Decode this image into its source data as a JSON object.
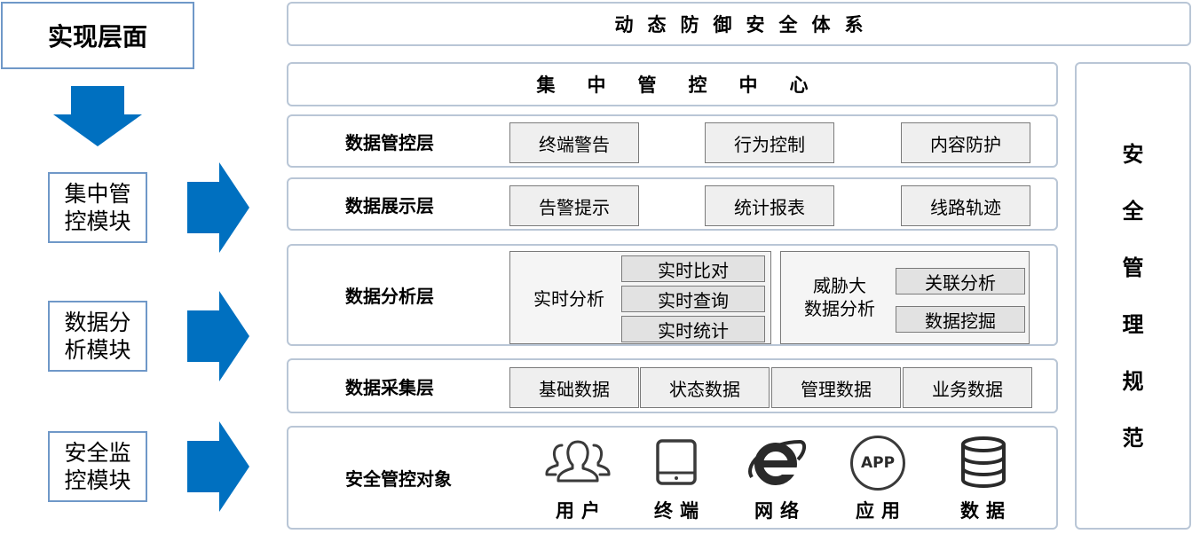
{
  "left": {
    "title": "实现层面",
    "modules": [
      "集中管\n控模块",
      "数据分\n析模块",
      "安全监\n控模块"
    ]
  },
  "top_banner": "动态防御安全体系",
  "control_center": "集中管控中心",
  "right_panel": "安全管理规范",
  "layers": {
    "management": {
      "label": "数据管控层",
      "items": [
        "终端警告",
        "行为控制",
        "内容防护"
      ]
    },
    "display": {
      "label": "数据展示层",
      "items": [
        "告警提示",
        "统计报表",
        "线路轨迹"
      ]
    },
    "analysis": {
      "label": "数据分析层",
      "realtime": {
        "label": "实时分析",
        "items": [
          "实时比对",
          "实时查询",
          "实时统计"
        ]
      },
      "threat": {
        "label": "威胁大\n数据分析",
        "items": [
          "关联分析",
          "数据挖掘"
        ]
      }
    },
    "collection": {
      "label": "数据采集层",
      "items": [
        "基础数据",
        "状态数据",
        "管理数据",
        "业务数据"
      ]
    },
    "objects": {
      "label": "安全管控对象",
      "items": [
        {
          "icon": "users-icon",
          "label": "用户"
        },
        {
          "icon": "tablet-icon",
          "label": "终端"
        },
        {
          "icon": "internet-explorer-icon",
          "label": "网络"
        },
        {
          "icon": "app-icon",
          "label": "应用",
          "icon_text": "APP"
        },
        {
          "icon": "database-icon",
          "label": "数据"
        }
      ]
    }
  },
  "colors": {
    "arrow": "#0070c0",
    "border_blue": "#6f98c8",
    "panel_border": "#b9c6d6",
    "box_fill": "#efefef"
  }
}
